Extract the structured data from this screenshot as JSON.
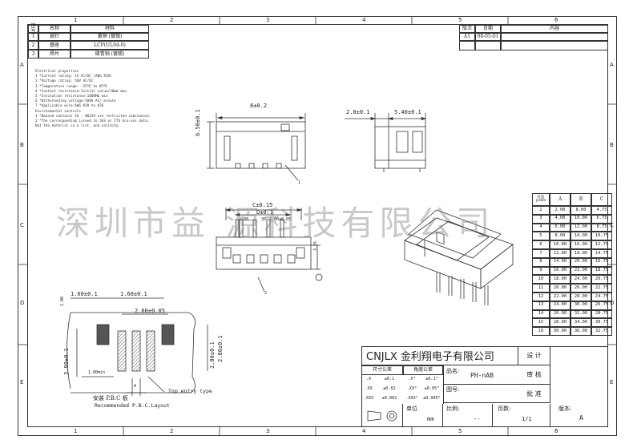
{
  "grid": {
    "cols": [
      "1",
      "2",
      "3",
      "4",
      "5",
      "6"
    ],
    "rows": [
      "A",
      "B",
      "C",
      "D",
      "E"
    ]
  },
  "bom": {
    "headers": [
      "序号",
      "名称",
      "材料"
    ],
    "rows": [
      [
        "1",
        "插针",
        "黄铜 (镀锡)"
      ],
      [
        "2",
        "基座",
        "LCP(UL94-0)"
      ],
      [
        "3",
        "焊片",
        "磷青铜 (镀锡)"
      ]
    ]
  },
  "revision": {
    "headers": [
      "版次",
      "日期",
      "内容"
    ],
    "rows": [
      [
        "A1",
        "08-05-01",
        ""
      ]
    ]
  },
  "spec": {
    "lines": [
      "Electrical properties",
      "1 *Current rating: 1A AC/DC (AWG #28)",
      "2 *Voltage rating: 50V AC/DC",
      "3 *Temperature range: -25℃ to 85℃",
      "4 *Contact resistance:Initial value/20mΩ max",
      "5 *Insulation resistance:1000MΩ min",
      "6 *Withstanding voltage:500V AC/ minute",
      "7 *Applicable wire:AWG #28 to #26",
      "Environmental controls",
      "1 *Banned contains SS - 00259 are restricted substances.",
      "2 *The corresponding issued to SGS or ITS Eco-ass data,",
      "   Not the material in a list, and validity."
    ]
  },
  "dims": {
    "top_width": "8±0.2",
    "top_height": "6.50±0.1",
    "side_a": "2.0±0.1",
    "side_b": "5.40±0.1",
    "front_c": "C±0.15",
    "front_d": "D±0.1",
    "front_pitch": "2.00",
    "front_pitch2": "2.00±0.05",
    "front_pin": "30",
    "front_height": "3.55",
    "pcb_160a": "1.60±0.1",
    "pcb_160b": "1.60±0.1",
    "pcb_200": "2.00±0.05",
    "pcb_100": "1.00",
    "pcb_100min": "1.00min",
    "pcb_380": "3.80±0.1",
    "pcb_200b": "2.00±0.1",
    "pcb_280": "2.80±0.1",
    "pcb_a": "A",
    "top_entry": "Top entry type",
    "pcb_cn": "安装 P.B.C 板",
    "pcb_en": "Recommended P.B.C.Layout",
    "callout1": "1",
    "callout2": "2"
  },
  "pole_table": {
    "headers": [
      "孔位\npoles",
      "A",
      "B",
      "C"
    ],
    "rows": [
      [
        "2",
        "2.00",
        "8.00",
        "4.75"
      ],
      [
        "3",
        "4.00",
        "10.00",
        "6.75"
      ],
      [
        "4",
        "6.00",
        "12.00",
        "8.75"
      ],
      [
        "5",
        "8.00",
        "14.00",
        "10.75"
      ],
      [
        "6",
        "10.00",
        "16.00",
        "12.75"
      ],
      [
        "7",
        "12.00",
        "18.00",
        "14.75"
      ],
      [
        "8",
        "14.00",
        "20.00",
        "16.75"
      ],
      [
        "9",
        "16.00",
        "22.00",
        "18.75"
      ],
      [
        "10",
        "18.00",
        "24.00",
        "20.75"
      ],
      [
        "11",
        "20.00",
        "26.00",
        "22.75"
      ],
      [
        "12",
        "22.00",
        "28.00",
        "24.75"
      ],
      [
        "13",
        "24.00",
        "30.00",
        "26.75"
      ],
      [
        "14",
        "26.00",
        "32.00",
        "28.75"
      ],
      [
        "15",
        "28.00",
        "34.00",
        "30.75"
      ],
      [
        "16",
        "30.00",
        "36.00",
        "32.75"
      ]
    ]
  },
  "title_block": {
    "company": "CNJLX 金利翔电子有限公司",
    "design": "设 计",
    "check": "审 核",
    "approve": "批 准",
    "tol_size": "尺寸公差",
    "tol_angle": "角度公差",
    "tol_rows": [
      [
        ".X",
        "±0.1",
        ".X°",
        "±0.1°"
      ],
      [
        ".XX",
        "±0.02",
        ".XX°",
        "±0.05°"
      ],
      [
        ".XXX",
        "±0.002",
        ".XXX°",
        "±0.005°"
      ]
    ],
    "part_label": "品名:",
    "part_value": "PH-nAB",
    "drawing_label": "图号:",
    "unit_label": "单位",
    "unit_value": "mm",
    "scale_label": "比例:",
    "scale_value": "--",
    "page_label": "页数:",
    "page_value": "1/1",
    "version_label": "版本:",
    "version_value": "A"
  },
  "watermark": "深圳市益 源科技有限公司"
}
